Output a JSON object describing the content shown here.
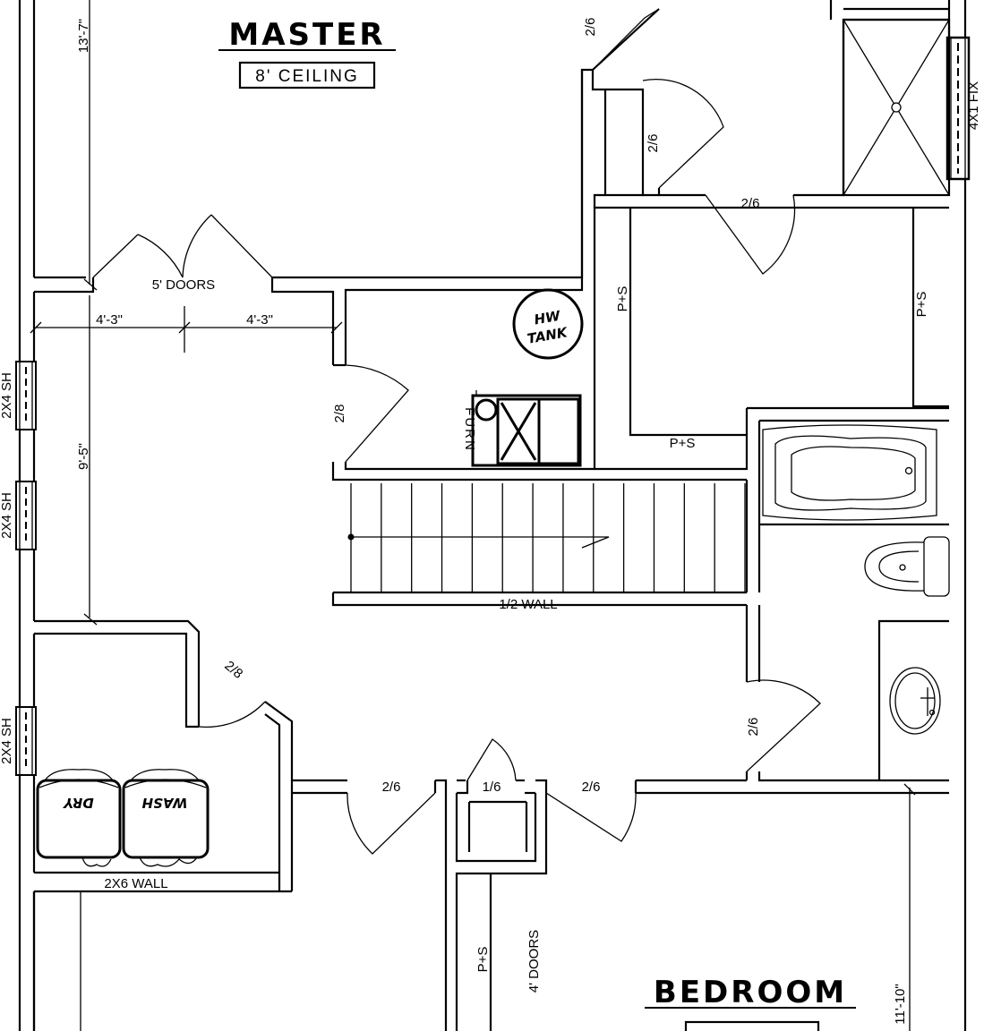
{
  "rooms": {
    "master_title": "MASTER",
    "master_ceiling": "8' CEILING",
    "bedroom_title": "BEDROOM"
  },
  "doors": {
    "master_double": "5' DOORS",
    "top_closet": "2/6",
    "closet_mid": "2/6",
    "bath_entry": "2/6",
    "mech_room": "2/8",
    "laundry": "2/8",
    "right_bath": "2/6",
    "bottom_left": "2/6",
    "bottom_center": "1/6",
    "bottom_right": "2/6",
    "bedroom_closet": "4' DOORS"
  },
  "dimensions": {
    "top_left_vertical": "13'-7\"",
    "left_vertical": "9'-5\"",
    "span_left": "4'-3\"",
    "span_right": "4'-3\"",
    "bedroom_vertical": "11'-10\""
  },
  "shelving": {
    "ps_top_left": "P+S",
    "ps_top_right": "P+S",
    "ps_bottom": "P+S",
    "ps_bedroom": "P+S"
  },
  "walls": {
    "half_wall": "1/2 WALL",
    "wall_2x6": "2X6 WALL"
  },
  "windows": {
    "win1": "2X4 SH",
    "win2": "2X4 SH",
    "win3": "2X4 SH",
    "fix": "4X1 FIX"
  },
  "appliances": {
    "hw_tank_line1": "HW",
    "hw_tank_line2": "TANK",
    "furnace": "FURN",
    "dryer": "DRY",
    "washer": "WASH"
  }
}
